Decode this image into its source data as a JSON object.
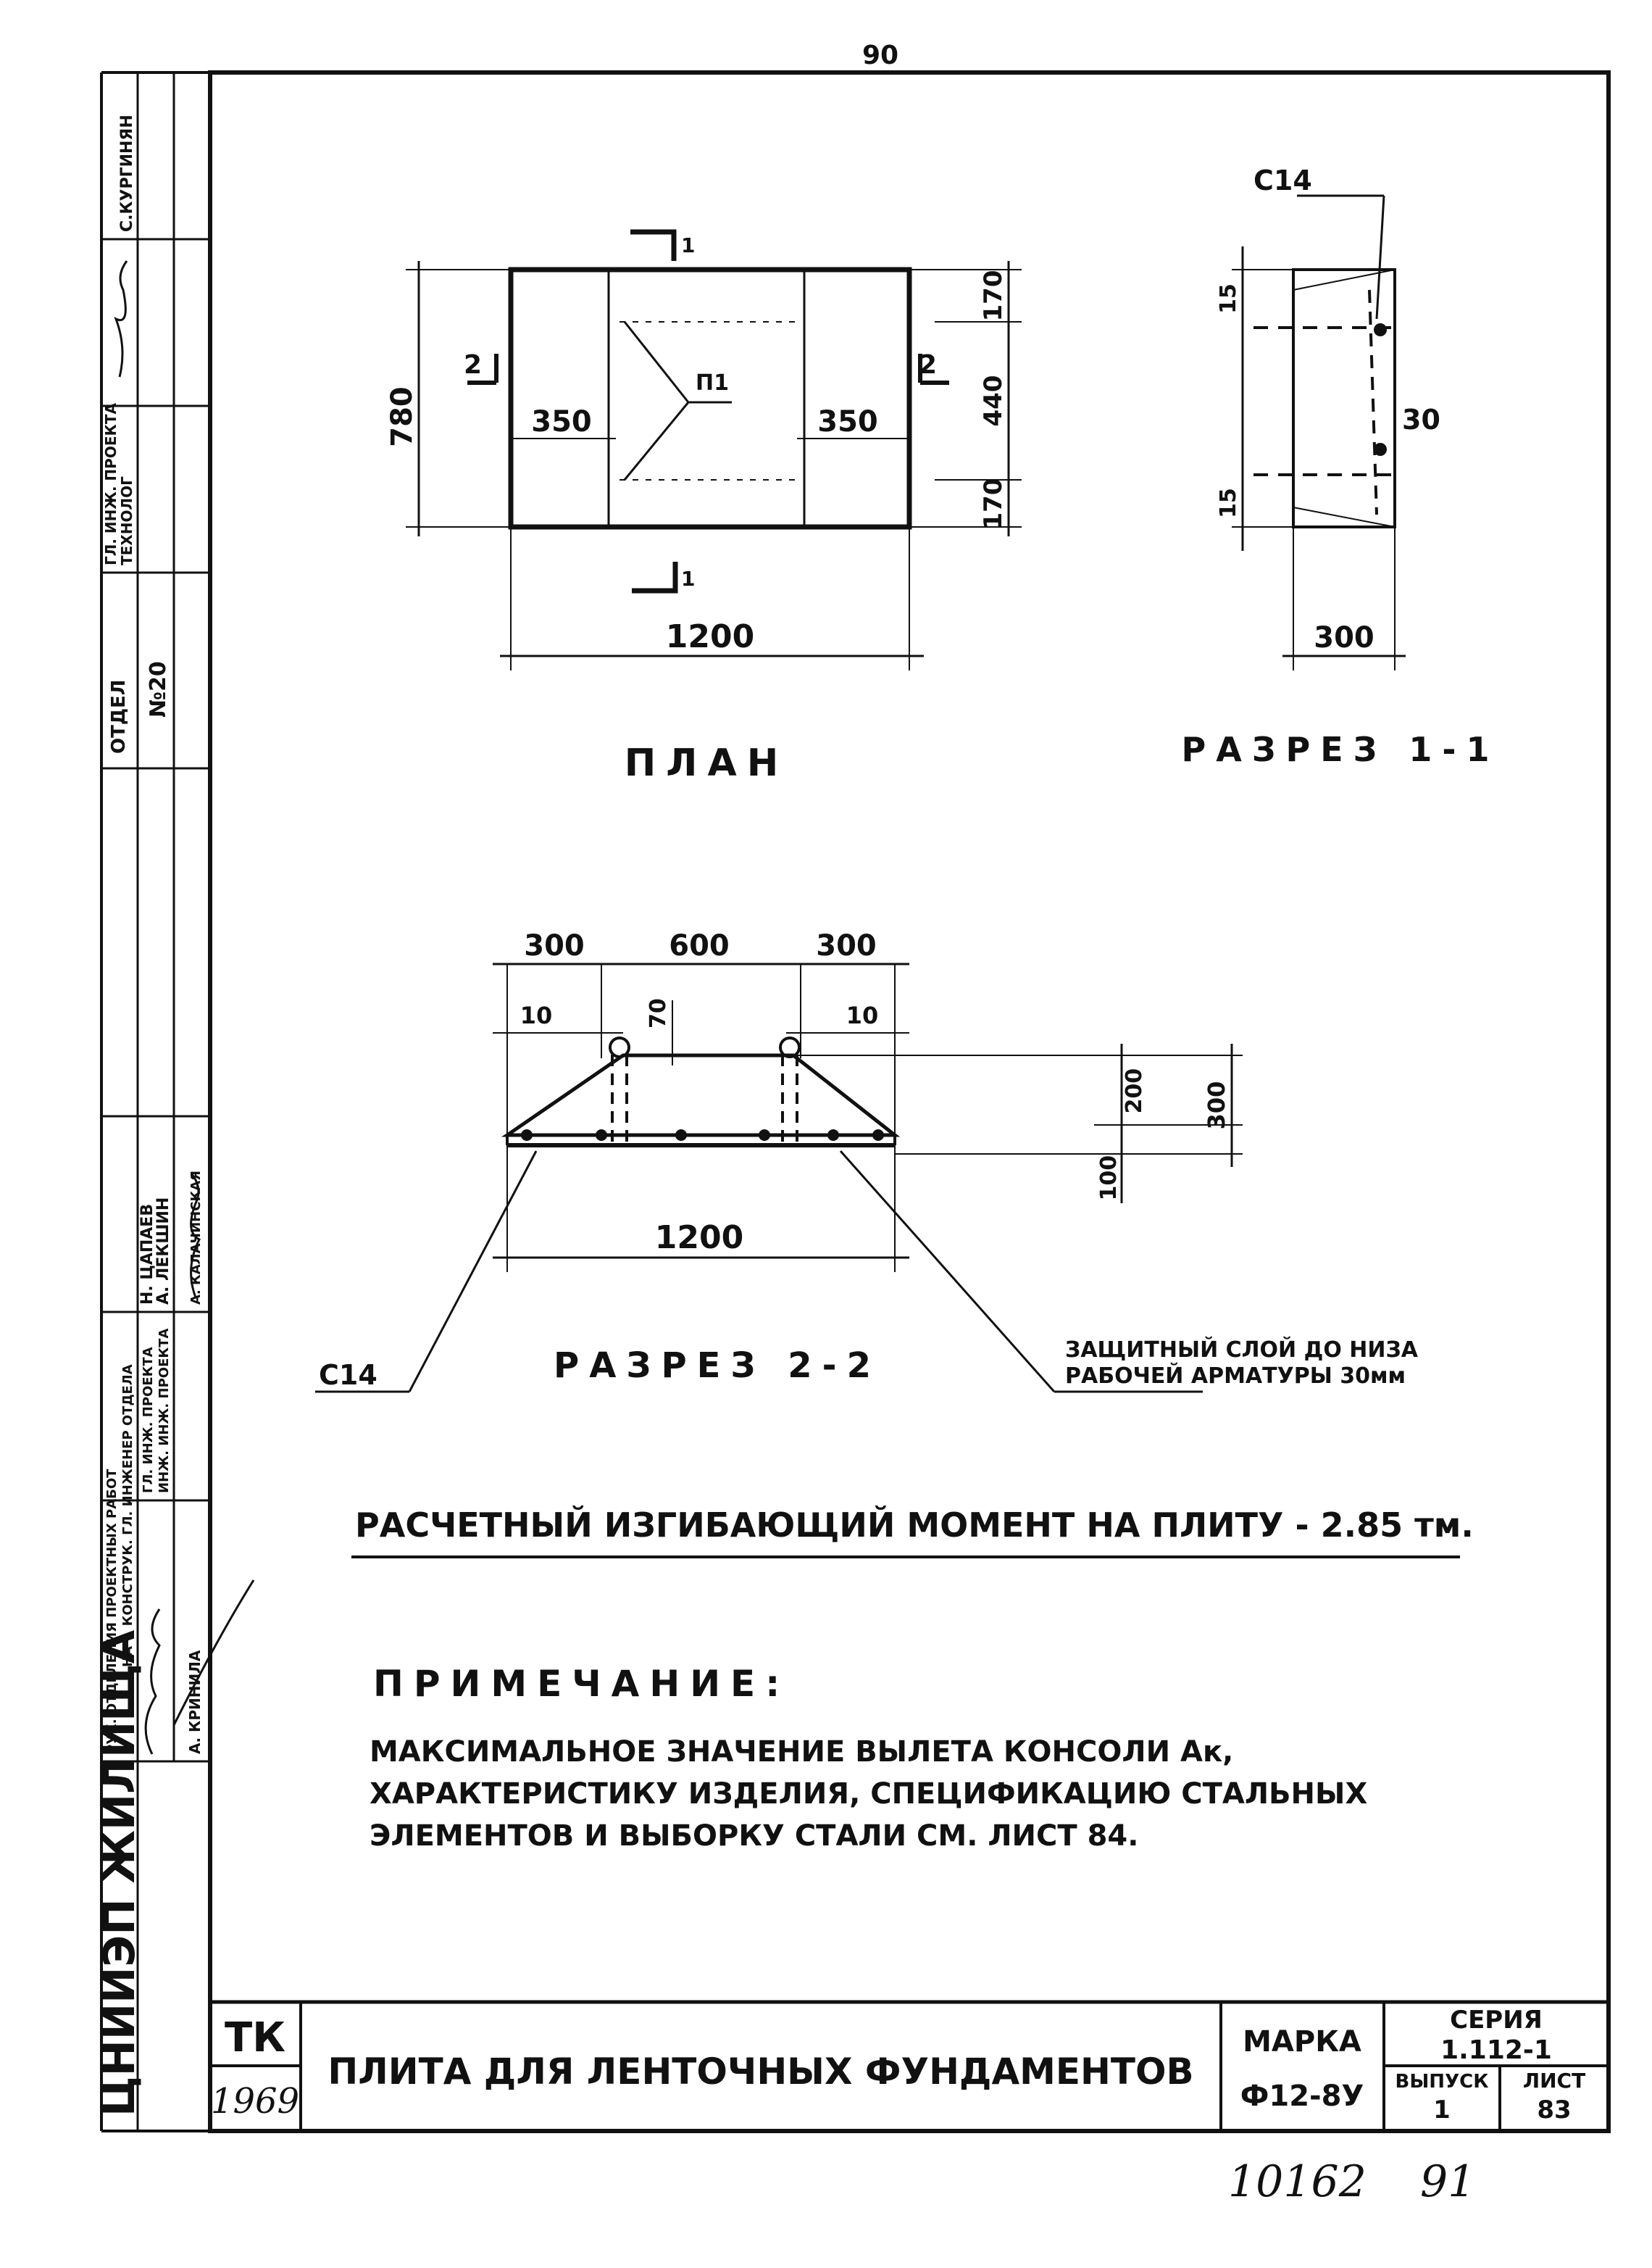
{
  "top_page_number": "90",
  "plan": {
    "caption": "ПЛАН",
    "dim_overall_width": "1200",
    "dim_overall_height": "780",
    "dim_left_strip": "350",
    "dim_right_strip": "350",
    "dim_top": "170",
    "dim_middle": "440",
    "dim_bottom": "170",
    "loop_mark": "П1",
    "section_1_top": "1",
    "section_1_bottom": "1",
    "section_2_left": "2",
    "section_2_right": "2"
  },
  "section_1_1": {
    "caption": "РАЗРЕЗ 1-1",
    "bar_mark": "С14",
    "dim_top": "15",
    "dim_bottom": "15",
    "dim_height": "30",
    "dim_width": "300"
  },
  "section_2_2": {
    "caption": "РАЗРЕЗ 2-2",
    "dim_left": "300",
    "dim_middle": "600",
    "dim_right": "300",
    "dim_left_small": "10",
    "dim_loop_gap": "70",
    "dim_right_small": "10",
    "dim_upper": "200",
    "dim_total_height": "300",
    "dim_lower": "100",
    "dim_width": "1200",
    "bar_mark": "С14",
    "cover_note_line1": "ЗАЩИТНЫЙ СЛОЙ ДО НИЗА",
    "cover_note_line2": "РАБОЧЕЙ АРМАТУРЫ 30мм"
  },
  "moment_line": "РАСЧЕТНЫЙ ИЗГИБАЮЩИЙ МОМЕНТ НА ПЛИТУ - 2.85 тм.",
  "note": {
    "title": "ПРИМЕЧАНИЕ:",
    "line1": "МАКСИМАЛЬНОЕ ЗНАЧЕНИЕ ВЫЛЕТА  КОНСОЛИ Ак,",
    "line2": "ХАРАКТЕРИСТИКУ ИЗДЕЛИЯ, СПЕЦИФИКАЦИЮ СТАЛЬНЫХ",
    "line3": "ЭЛЕМЕНТОВ И ВЫБОРКУ СТАЛИ СМ. ЛИСТ 84."
  },
  "title_block": {
    "tk": "ТК",
    "year": "1969",
    "title": "ПЛИТА ДЛЯ ЛЕНТОЧНЫХ ФУНДАМЕНТОВ",
    "marka_label": "МАРКА",
    "marka_value": "Ф12-8У",
    "series_label": "СЕРИЯ",
    "series_value": "1.112-1",
    "vypusk_label": "ВЫПУСК",
    "vypusk_value": "1",
    "list_label": "ЛИСТ",
    "list_value": "83"
  },
  "bottom_handwriting": {
    "left": "10162",
    "right": "91"
  },
  "left_strip": {
    "organization": "ЦНИИЭП ЖИЛИЩА",
    "dept_label": "ОТДЕЛ",
    "dept_number": "№20",
    "role_1": "ГЛ. ИНЖ. ПРОЕКТА",
    "role_1b": "ТЕХНОЛОГ",
    "name_1": "С.КУРГИНЯН",
    "role_2": "РУК. ОТДЕЛЕНИЯ ПРОЕКТНЫХ РАБОТ",
    "role_3": "НАЧ. КОНСТРУК. ГЛ. ИНЖЕНЕР ОТДЕЛА",
    "role_4": "ГЛ. ИНЖ. ПРОЕКТА",
    "role_5": "ИНЖ. ИНЖ. ПРОЕКТА",
    "name_2": "Н. ЦАПАЕВ",
    "name_3": "А. ЛЕКШИН",
    "name_4": "А. КАЛАЧИНСКАЯ",
    "name_5": "А. КРИНИЛА"
  },
  "colors": {
    "ink": "#111111",
    "paper": "#ffffff"
  }
}
